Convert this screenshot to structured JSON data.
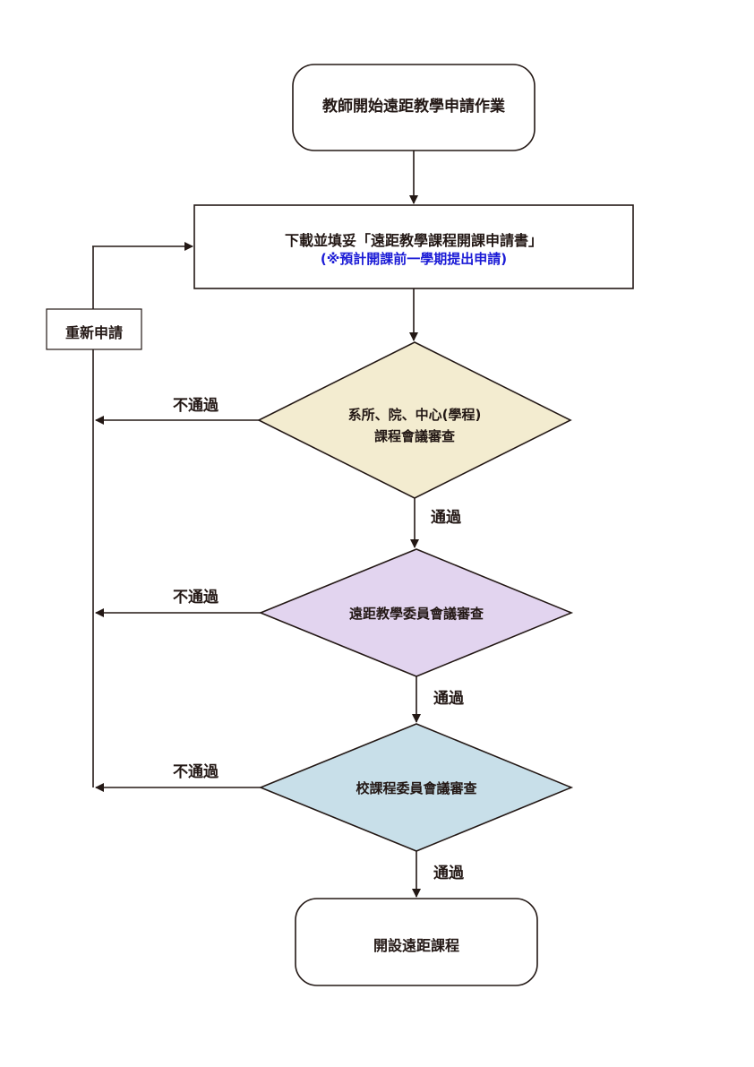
{
  "diagram": {
    "start": "教師開始遠距教學申請作業",
    "step": {
      "line1": "下載並填妥「遠距教學課程開課申請書」",
      "line2": "(※預計開課前一學期提出申請)"
    },
    "retry": "重新申請",
    "decisions": [
      {
        "line1": "系所、院、中心(學程)",
        "line2": "課程會議審查",
        "fill": "#f3ecd0"
      },
      {
        "line1": "遠距教學委員會議審查",
        "line2": "",
        "fill": "#e2d4ef"
      },
      {
        "line1": "校課程委員會議審查",
        "line2": "",
        "fill": "#c8dfe9"
      }
    ],
    "pass_label": "通過",
    "fail_label": "不通過",
    "end": "開設遠距課程"
  },
  "colors": {
    "line": "#231815",
    "note_text": "#1a1ad6",
    "background": "#ffffff"
  }
}
